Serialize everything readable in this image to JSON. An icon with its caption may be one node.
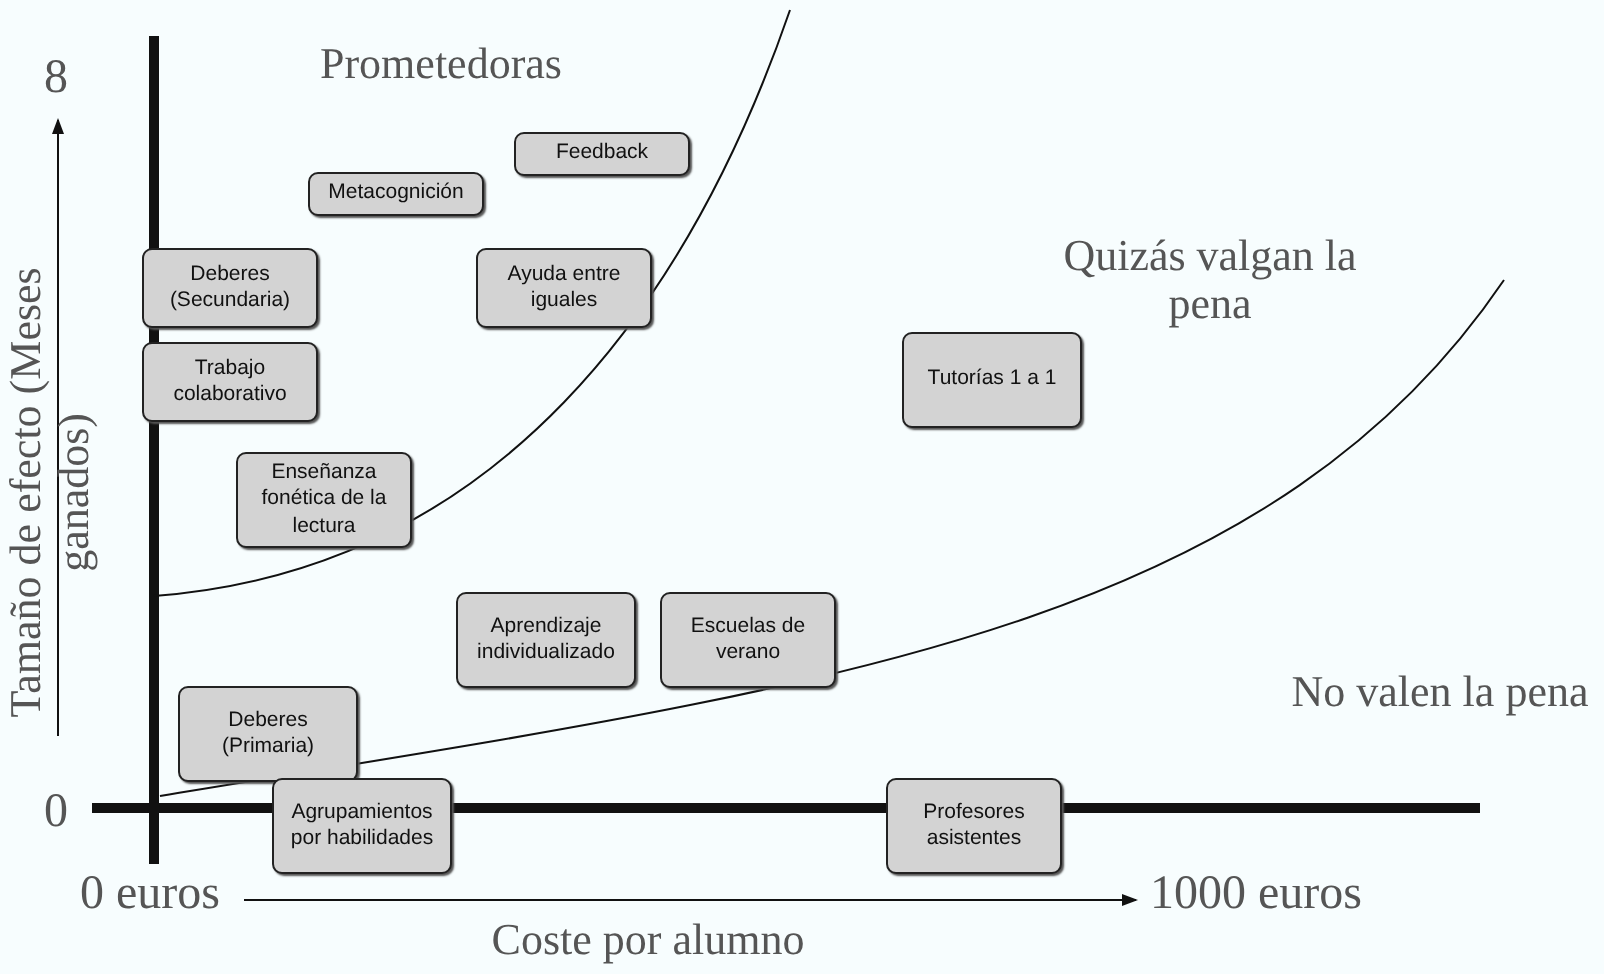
{
  "diagram": {
    "nodes": [
      {
        "text": [
          "Feedback"
        ]
      },
      {
        "text": [
          "Metacognición"
        ]
      },
      {
        "text": [
          "Deberes (Secundaria)"
        ]
      },
      {
        "text": [
          "Ayuda entre iguales"
        ]
      },
      {
        "text": [
          "Trabajo colaborativo"
        ]
      },
      {
        "text": [
          "Tutorías 1 a 1"
        ]
      },
      {
        "text": [
          "Enseñanza fonética de la lectura"
        ]
      },
      {
        "text": [
          "Aprendizaje individualizado"
        ]
      },
      {
        "text": [
          "Escuelas de verano"
        ]
      },
      {
        "text": [
          "Deberes (Primaria)"
        ]
      },
      {
        "text": [
          "Agrupamientos por habilidades"
        ]
      },
      {
        "text": [
          "Profesores asistentes"
        ]
      }
    ],
    "labels": [
      "8",
      "Prometedoras",
      "Tamaño de efecto (Meses ganados)",
      "Quizás valgan la pena",
      "No valen la pena",
      "0",
      "0 euros",
      "1000 euros",
      "Coste por alumno"
    ]
  }
}
